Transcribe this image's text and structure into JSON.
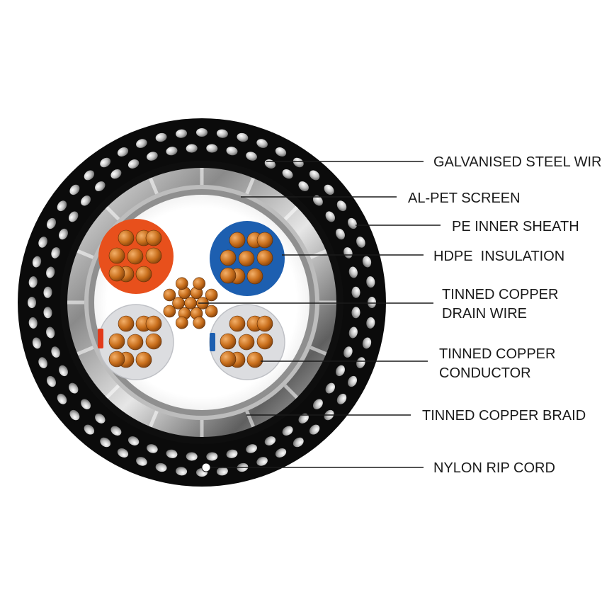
{
  "labels": {
    "steel_wire": "GALVANISED STEEL WIRE",
    "al_pet": "AL-PET SCREEN",
    "pe_sheath": "PE INNER SHEATH",
    "hdpe": "HDPE  INSULATION",
    "drain_line1": "TINNED COPPER",
    "drain_line2": "DRAIN WIRE",
    "conductor_line1": "TINNED COPPER",
    "conductor_line2": "CONDUCTOR",
    "braid": "TINNED COPPER BRAID",
    "rip_cord": "NYLON RIP CORD"
  },
  "colors": {
    "outer_sheath": "#0b0b0b",
    "steel_wire": "#cfcfcf",
    "braid": "#9a9a9a",
    "core_red": "#e8501c",
    "core_blue": "#1d5fb0",
    "core_grey": "#dcdde0",
    "copper": "#c7701c",
    "red_stripe": "#e23a1a",
    "blue_stripe": "#1d5fb0"
  }
}
